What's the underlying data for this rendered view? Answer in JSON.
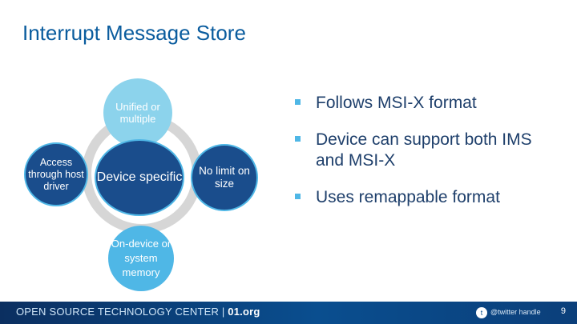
{
  "slide": {
    "title": "Interrupt Message Store"
  },
  "diagram": {
    "top": "Unified or multiple",
    "left": "Access through host driver",
    "center": "Device specific",
    "right": "No limit on size",
    "bottom": "On-device or system memory"
  },
  "bullets": [
    "Follows MSI-X format",
    "Device can support both IMS and MSI-X",
    "Uses remappable format"
  ],
  "footer": {
    "brand_main": "OPEN SOURCE TECHNOLOGY CENTER",
    "brand_site": "01.org",
    "twitter_handle": "@twitter handle",
    "page_number": "9"
  },
  "colors": {
    "title": "#0a5c9e",
    "dark_bubble": "#1a4d8c",
    "light_bubble": "#8cd3ec",
    "accent": "#4fb7e6",
    "ring": "#d6d6d6"
  }
}
